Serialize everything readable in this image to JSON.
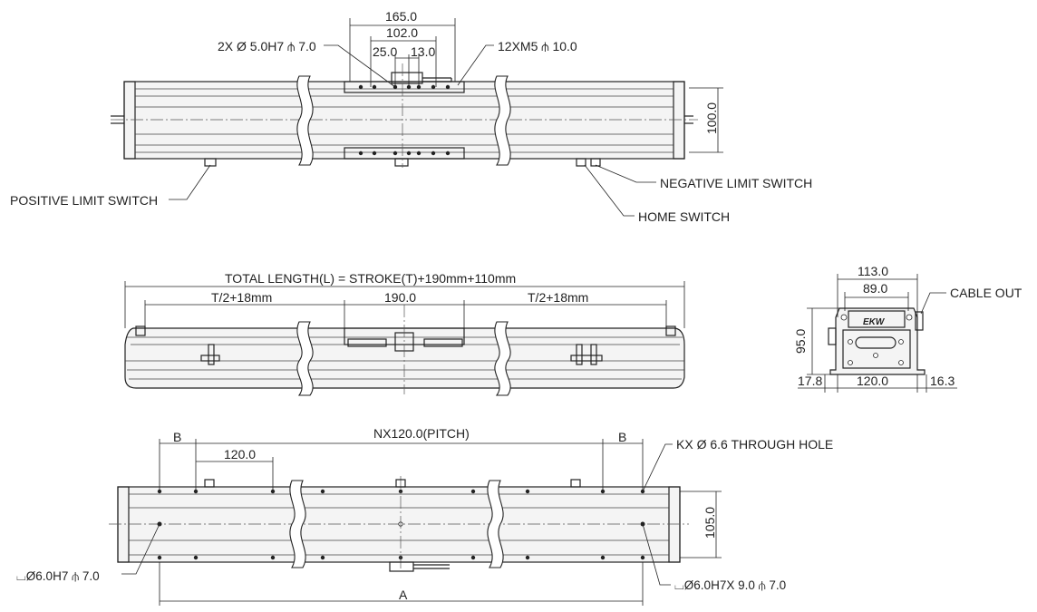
{
  "top_view": {
    "dim_165": "165.0",
    "dim_102": "102.0",
    "dim_25": "25.0",
    "dim_13": "13.0",
    "dim_100": "100.0",
    "label_2x": "2X Ø 5.0H7 ⫛ 7.0",
    "label_12xm5": "12XM5 ⫛ 10.0",
    "label_positive": "POSITIVE LIMIT SWITCH",
    "label_negative": "NEGATIVE LIMIT SWITCH",
    "label_home": "HOME SWITCH"
  },
  "side_view": {
    "total_length": "TOTAL LENGTH(L) = STROKE(T)+190mm+110mm",
    "half_left": "T/2+18mm",
    "dim_190": "190.0",
    "half_right": "T/2+18mm"
  },
  "end_view": {
    "dim_113": "113.0",
    "dim_89": "89.0",
    "dim_95": "95.0",
    "dim_17_8": "17.8",
    "dim_120": "120.0",
    "dim_16_3": "16.3",
    "cable_out": "CABLE OUT",
    "logo_text": "EKW"
  },
  "bottom_view": {
    "b_left": "B",
    "pitch": "NX120.0(PITCH)",
    "b_right": "B",
    "dim_120": "120.0",
    "kx_hole": "KX Ø 6.6 THROUGH HOLE",
    "dim_105": "105.0",
    "counterbore_left": "⌴Ø6.0H7 ⫛ 7.0",
    "counterbore_right": "⌴Ø6.0H7X 9.0 ⫛ 7.0",
    "dim_a": "A"
  }
}
